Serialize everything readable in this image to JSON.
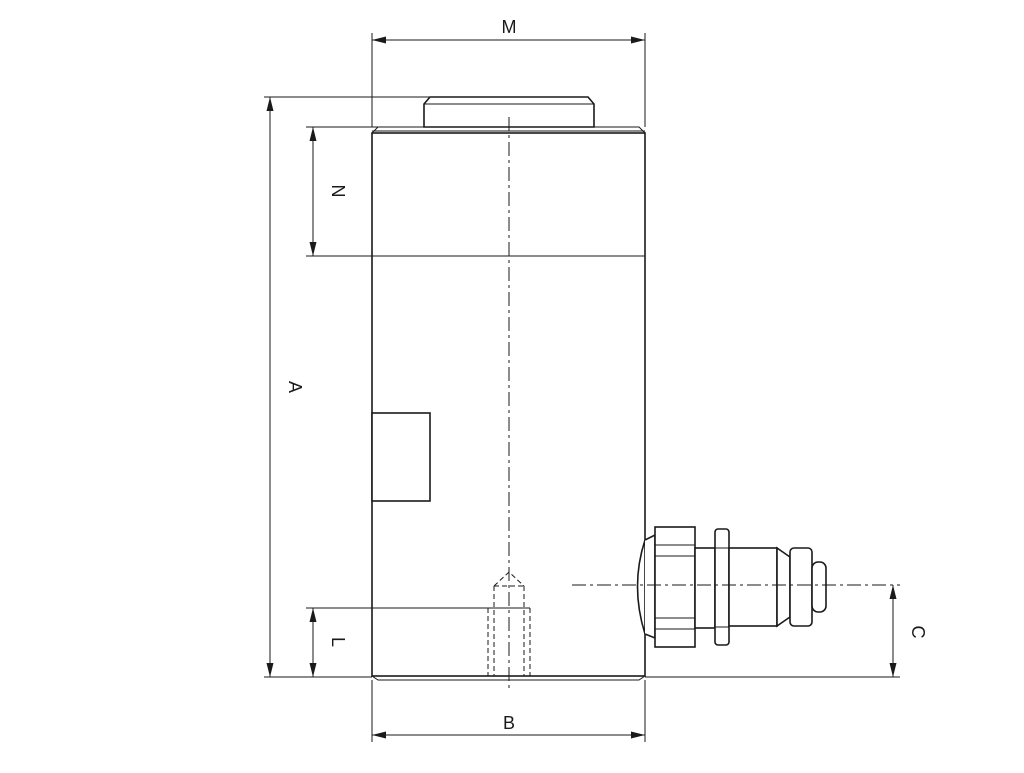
{
  "labels": {
    "M": "M",
    "N": "N",
    "A": "A",
    "L": "L",
    "B": "B",
    "C": "C"
  },
  "colors": {
    "line": "#1a1a1a",
    "background": "#ffffff"
  }
}
